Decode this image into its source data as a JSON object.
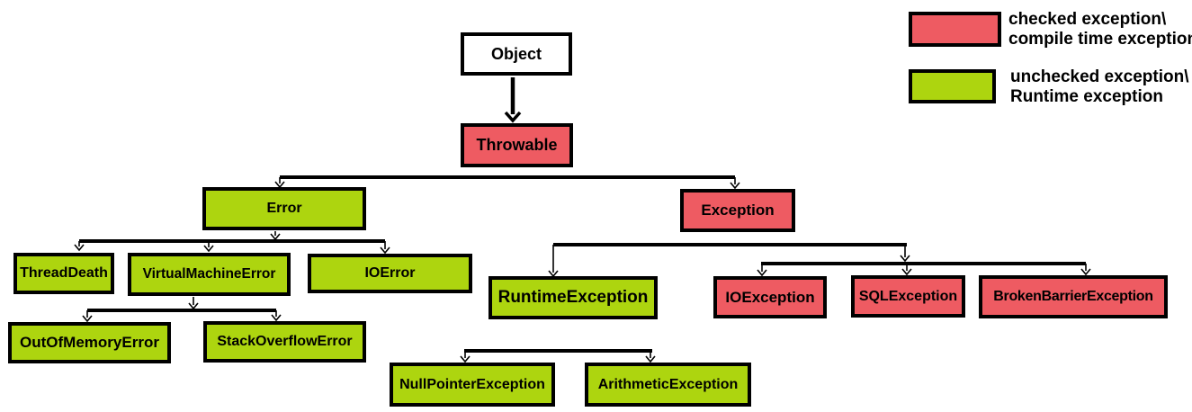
{
  "diagram": {
    "nodes": {
      "object": "Object",
      "throwable": "Throwable",
      "error": "Error",
      "exception": "Exception",
      "thread_death": "ThreadDeath",
      "virtual_machine_error": "VirtualMachineError",
      "io_error": "IOError",
      "out_of_memory_error": "OutOfMemoryError",
      "stack_overflow_error": "StackOverflowError",
      "runtime_exception": "RuntimeException",
      "io_exception": "IOException",
      "sql_exception": "SQLException",
      "broken_barrier_exception": "BrokenBarrierException",
      "null_pointer_exception": "NullPointerException",
      "arithmetic_exception": "ArithmeticException"
    },
    "edges": [
      {
        "from": "Object",
        "to": "Throwable"
      },
      {
        "from": "Throwable",
        "to": "Error"
      },
      {
        "from": "Throwable",
        "to": "Exception"
      },
      {
        "from": "Error",
        "to": "ThreadDeath"
      },
      {
        "from": "Error",
        "to": "VirtualMachineError"
      },
      {
        "from": "Error",
        "to": "IOError"
      },
      {
        "from": "VirtualMachineError",
        "to": "OutOfMemoryError"
      },
      {
        "from": "VirtualMachineError",
        "to": "StackOverflowError"
      },
      {
        "from": "Exception",
        "to": "RuntimeException"
      },
      {
        "from": "Exception",
        "to": "IOException"
      },
      {
        "from": "Exception",
        "to": "SQLException"
      },
      {
        "from": "Exception",
        "to": "BrokenBarrierException"
      },
      {
        "from": "RuntimeException",
        "to": "NullPointerException"
      },
      {
        "from": "RuntimeException",
        "to": "ArithmeticException"
      }
    ],
    "legend": {
      "checked": {
        "color": "#EE5B62",
        "line1": "checked exception\\",
        "line2": "compile time exception"
      },
      "unchecked": {
        "color": "#ADD50F",
        "line1": "unchecked exception\\",
        "line2": "Runtime exception"
      }
    },
    "colors": {
      "checked_fill": "#EE5B62",
      "unchecked_fill": "#ADD50F",
      "neutral_fill": "#FFFFFF",
      "line": "#000000"
    }
  }
}
